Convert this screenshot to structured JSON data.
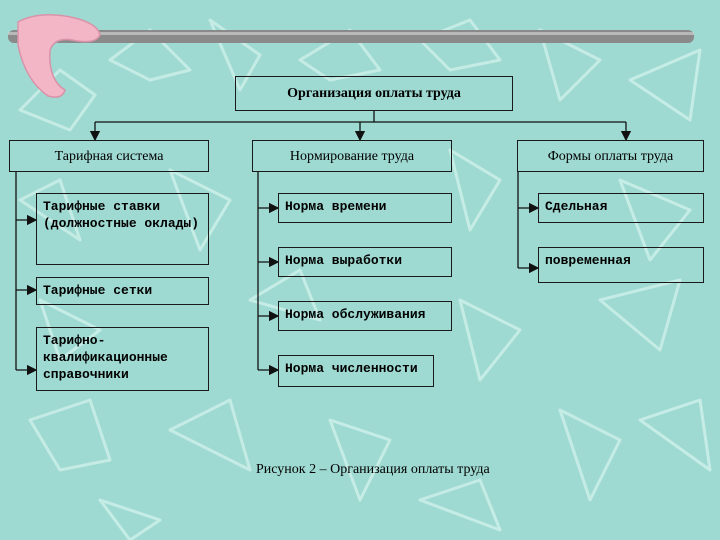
{
  "colors": {
    "background": "#9fdad2",
    "bar": "#8a8a8a",
    "boomerang": "#f2b6c7"
  },
  "diagram": {
    "title": "Организация оплаты труда",
    "columns": [
      {
        "header": "Тарифная система",
        "items": [
          "Тарифные ставки (должностные оклады)",
          "Тарифные сетки",
          "Тарифно-квалификационные справочники"
        ]
      },
      {
        "header": "Нормирование труда",
        "items": [
          "Норма времени",
          "Норма выработки",
          "Норма обслуживания",
          "Норма численности"
        ]
      },
      {
        "header": "Формы оплаты труда",
        "items": [
          "Сдельная",
          "повременная"
        ]
      }
    ]
  },
  "caption": "Рисунок 2 – Организация оплаты труда"
}
